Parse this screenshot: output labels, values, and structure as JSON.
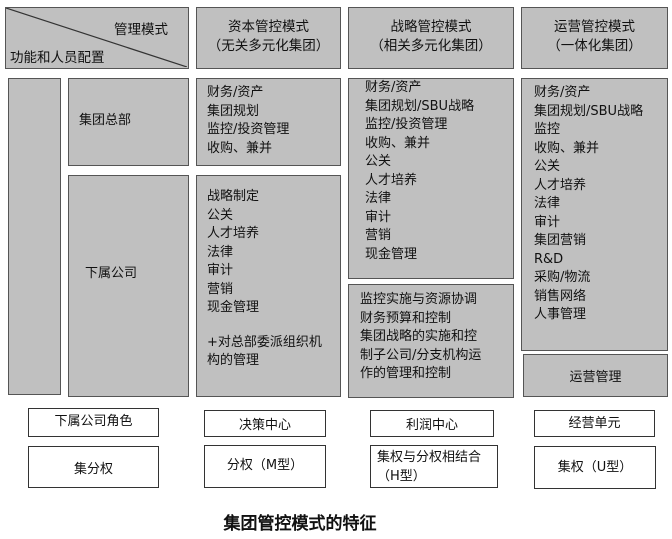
{
  "header": {
    "corner_top": "管理模式",
    "corner_bottom": "功能和人员配置",
    "columns": [
      {
        "title": "资本管控模式",
        "subtitle": "（无关多元化集团）"
      },
      {
        "title": "战略管控模式",
        "subtitle": "（相关多元化集团）"
      },
      {
        "title": "运营管控模式",
        "subtitle": "（一体化集团）"
      }
    ]
  },
  "rows": {
    "hq_label": "集团总部",
    "sub_label": "下属公司"
  },
  "capital": {
    "hq": [
      "财务/资产",
      "集团规划",
      "监控/投资管理",
      "收购、兼并"
    ],
    "sub": [
      "战略制定",
      "公关",
      "人才培养",
      "法律",
      "审计",
      "营销",
      "现金管理"
    ],
    "sub_extra": [
      "+对总部委派组织机",
      "构的管理"
    ]
  },
  "strategic": {
    "hq": [
      "财务/资产",
      "集团规划/SBU战略",
      "监控/投资管理",
      "收购、兼并",
      "公关",
      "人才培养",
      "法律",
      "审计",
      "营销",
      "现金管理"
    ],
    "sub": [
      "监控实施与资源协调",
      "财务预算和控制",
      "集团战略的实施和控",
      "制子公司/分支机构运",
      "作的管理和控制"
    ]
  },
  "operational": {
    "hq": [
      "财务/资产",
      "集团规划/SBU战略",
      "监控",
      "收购、兼并",
      "公关",
      "人才培养",
      "法律",
      "审计",
      "集团营销",
      "R&D",
      "采购/物流",
      "销售网络",
      "人事管理"
    ],
    "sub": "运营管理"
  },
  "roles": {
    "label": "下属公司角色",
    "values": [
      "决策中心",
      "利润中心",
      "经营单元"
    ]
  },
  "power": {
    "label": "集分权",
    "values": [
      "分权（M型）",
      "集权与分权相结合（H型）",
      "集权（U型）"
    ]
  },
  "caption": "集团管控模式的特征"
}
